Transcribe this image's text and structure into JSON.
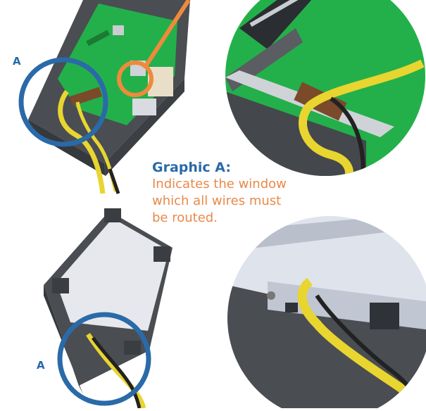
{
  "caption": {
    "title": "Graphic A:",
    "body_lines": [
      "Indicates the window",
      "which all wires must",
      "be routed."
    ]
  },
  "callouts": {
    "top_left": "A",
    "bottom_left": "A"
  },
  "colors": {
    "callout_blue": "#2a6aa8",
    "pointer_orange": "#ef8a3c",
    "caption_orange": "#e8894a",
    "board_green": "#23b04a",
    "housing_dark": "#4a4d52",
    "lid_light": "#e6e8ee",
    "wire_yellow": "#e8d530",
    "wire_black": "#222222"
  }
}
